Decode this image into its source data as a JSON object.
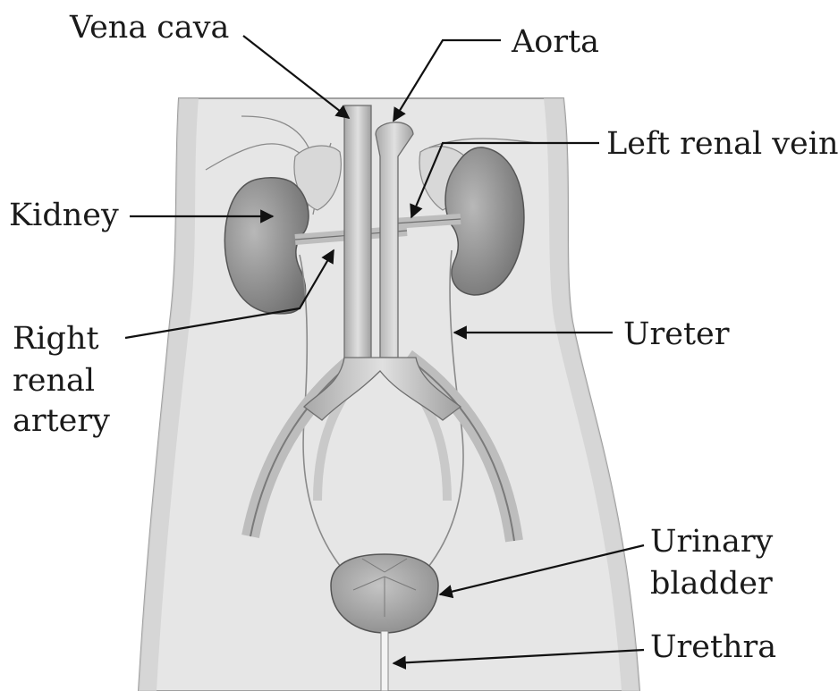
{
  "labels": {
    "vena_cava": "Vena cava",
    "aorta": "Aorta",
    "left_renal_vein": "Left renal vein",
    "kidney": "Kidney",
    "right_renal_artery": [
      "Right",
      "renal",
      "artery"
    ],
    "ureter": "Ureter",
    "urinary_bladder": [
      "Urinary",
      "bladder"
    ],
    "urethra": "Urethra"
  },
  "colors": {
    "torso": "#e4e4e4",
    "torso_outline": "#9a9a9a",
    "kidney": "#8e8e8e",
    "vessel": "#c9c9c9",
    "vessel_outline": "#6e6e6e",
    "bladder": "#a9a9a9",
    "leader_line": "#111111",
    "label_text": "#1a1a1a"
  }
}
